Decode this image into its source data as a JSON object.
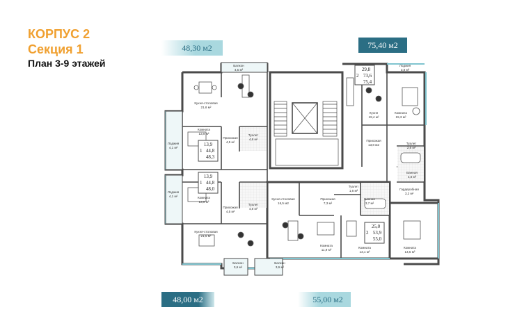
{
  "header": {
    "building": "КОРПУС 2",
    "section": "Секция 1",
    "plan": "План 3-9 этажей"
  },
  "badges": {
    "top_left": "48,30 м2",
    "top_right": "75,40 м2",
    "bottom_left": "48,00 м2",
    "bottom_right": "55,00 м2"
  },
  "rooms": [
    {
      "id": "balcony-top-left",
      "name": "Балкон",
      "area": "4,5 м²"
    },
    {
      "id": "kitchen-top-left",
      "name": "Кухня-столовая",
      "area": "21,6 м²"
    },
    {
      "id": "room-upper-left",
      "name": "Комната",
      "area": "13,9 м²"
    },
    {
      "id": "hall-upper-left",
      "name": "Прихожая",
      "area": "4,5 м²"
    },
    {
      "id": "toilet-upper-left",
      "name": "Туалет",
      "area": "4,8 м²"
    },
    {
      "id": "loggia-upper-left",
      "name": "Лоджия",
      "area": "4,1 м²"
    },
    {
      "id": "loggia-lower-left",
      "name": "Лоджия",
      "area": "4,1 м²"
    },
    {
      "id": "room-lower-left",
      "name": "Комната",
      "area": "13,9 м²"
    },
    {
      "id": "hall-lower-left",
      "name": "Прихожая",
      "area": "4,5 м²"
    },
    {
      "id": "toilet-lower-left",
      "name": "Туалет",
      "area": "4,8 м²"
    },
    {
      "id": "kitchen-bottom-left",
      "name": "Кухня-столовая",
      "area": "21,6 м²"
    },
    {
      "id": "balcony-bottom-left",
      "name": "Балкон",
      "area": "3,6 м²"
    },
    {
      "id": "balcony-bottom-mid",
      "name": "Балкон",
      "area": "3,6 м²"
    },
    {
      "id": "kitchen-bottom-mid",
      "name": "Кухня-столовая",
      "area": "16,5 м2"
    },
    {
      "id": "hall-bottom-mid",
      "name": "Прихожая",
      "area": "7,3 м²"
    },
    {
      "id": "toilet-bottom-mid",
      "name": "Туалет",
      "area": "1,6 м²"
    },
    {
      "id": "bath-bottom-mid",
      "name": "Ванная",
      "area": "3,7 м²"
    },
    {
      "id": "room-bottom-mid-1",
      "name": "Комната",
      "area": "11,9 м²"
    },
    {
      "id": "room-bottom-mid-2",
      "name": "Комната",
      "area": "13,1 м²"
    },
    {
      "id": "room-bottom-right",
      "name": "Комната",
      "area": "14,5 м²"
    },
    {
      "id": "loggia-top-right",
      "name": "Лоджия",
      "area": "3,8 м²"
    },
    {
      "id": "kitchen-top-right",
      "name": "Кухня",
      "area": "19,4 м²"
    },
    {
      "id": "room-top-right",
      "name": "Комната",
      "area": "15,3 м²"
    },
    {
      "id": "hall-top-right",
      "name": "Прихожая",
      "area": "13,8 м2"
    },
    {
      "id": "toilet-top-right",
      "name": "Туалет",
      "area": "2,6 м²"
    },
    {
      "id": "bath-top-right",
      "name": "Ванная",
      "area": "4,8 м²"
    },
    {
      "id": "wardrobe-top-right",
      "name": "Гардеробная",
      "area": "3,2 м²"
    }
  ],
  "apartments": [
    {
      "id": "apt-top-left",
      "rooms": "1",
      "living": "13,9",
      "total_calc": "44,8",
      "total": "48,3"
    },
    {
      "id": "apt-bottom-left",
      "rooms": "1",
      "living": "13,9",
      "total_calc": "44,8",
      "total": "48,0"
    },
    {
      "id": "apt-top-right",
      "rooms": "2",
      "living": "29,8",
      "total_calc": "73,6",
      "total": "75,4"
    },
    {
      "id": "apt-bottom-right",
      "rooms": "2",
      "living": "25,0",
      "total_calc": "53,9",
      "total": "55,0"
    }
  ],
  "colors": {
    "accent_orange": "#f0a030",
    "badge_dark": "#2b6e84",
    "badge_light": "#a9d8df",
    "wall": "#4a4a4a",
    "glass": "#7fc4cf"
  }
}
